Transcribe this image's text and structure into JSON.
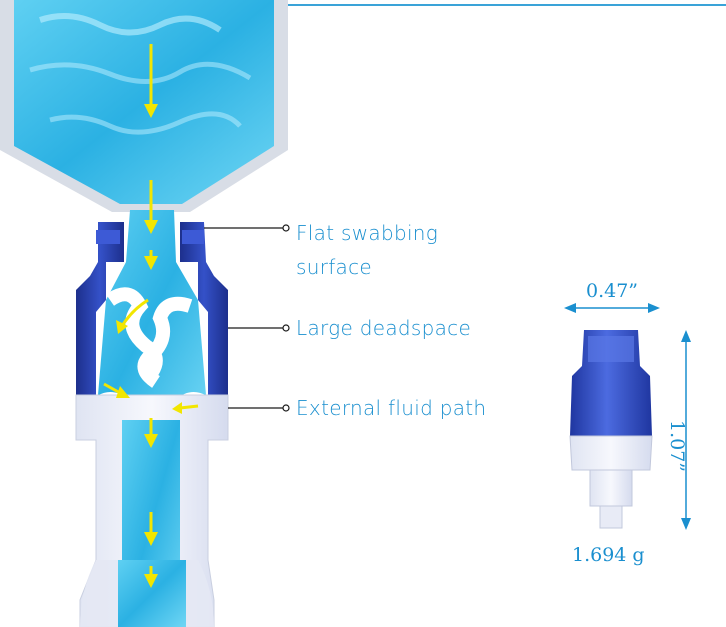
{
  "callouts": {
    "flat_swabbing": [
      "Flat swabbing",
      "surface"
    ],
    "large_deadspace": "Large deadspace",
    "external_fluid_path": "External fluid path"
  },
  "dimensions": {
    "width": "0.47”",
    "height": "1.07”",
    "weight": "1.694 g"
  },
  "colors": {
    "accent": "#1a8fcf",
    "fluid": "#3fb9e6",
    "housing": "#2a3ea8",
    "arrow": "#f2e600"
  }
}
